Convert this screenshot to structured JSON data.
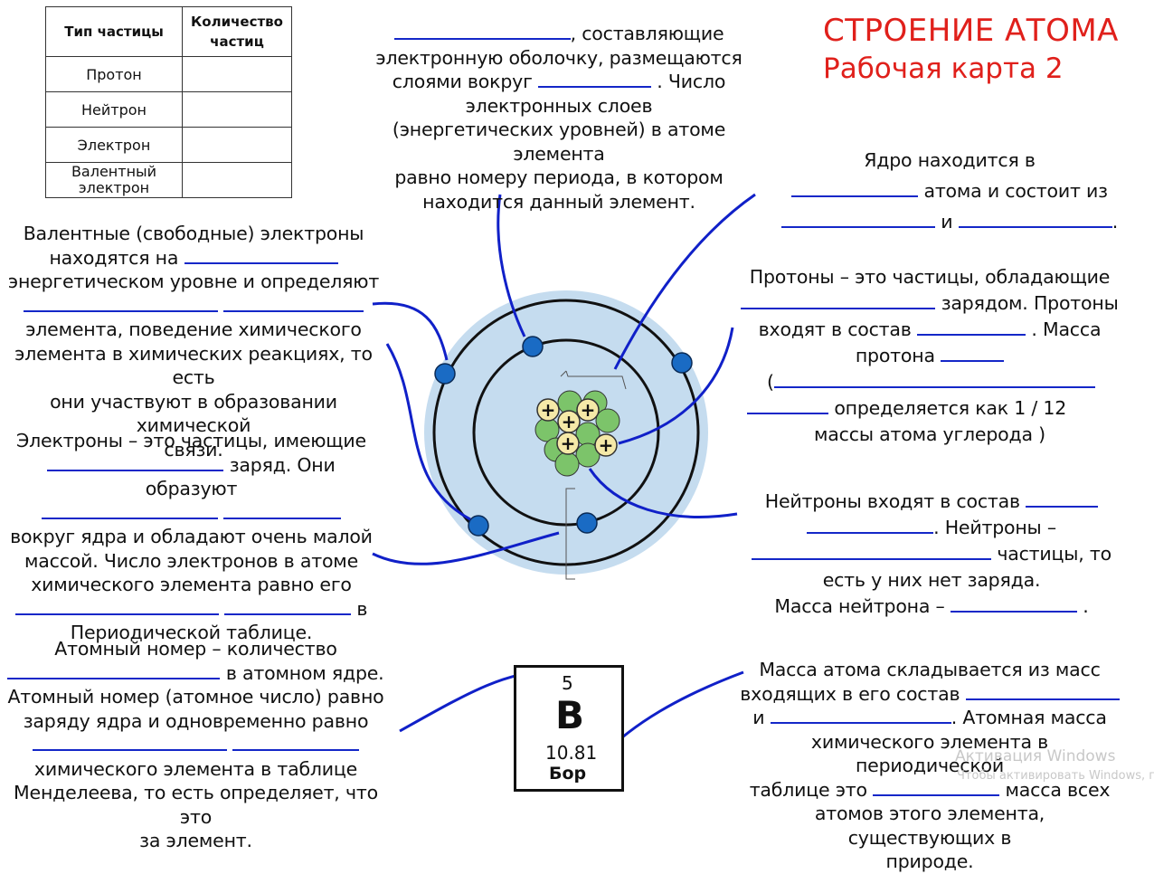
{
  "title": "СТРОЕНИЕ АТОМА",
  "subtitle": "Рабочая карта 2",
  "particle_table": {
    "headers": [
      "Тип частицы",
      "Количество частиц"
    ],
    "rows": [
      "Протон",
      "Нейтрон",
      "Электрон",
      "Валентный электрон"
    ]
  },
  "electron_shell_text": {
    "line1_tail": ", составляющие",
    "line2": "электронную оболочку, размещаются",
    "line3_head": "слоями вокруг",
    "line3_tail": ". Число",
    "line4": "электронных слоев",
    "line5": "(энергетических уровней) в атоме элемента",
    "line6": "равно номеру периода, в котором",
    "line7": "находится данный элемент."
  },
  "nucleus_text": {
    "line1": "Ядро находится в",
    "line2_tail": "атома и состоит из",
    "line3_mid": "и",
    "line3_end": "."
  },
  "valence_text": {
    "line1": "Валентные (свободные) электроны",
    "line2_head": "находятся на",
    "line3": "энергетическом уровне и определяют",
    "line5": "элемента,  поведение химического",
    "line6": "элемента в химических реакциях, то есть",
    "line7": "они участвуют в образовании химической",
    "line8": "связи."
  },
  "protons_text": {
    "line1": "Протоны – это частицы, обладающие",
    "line2_tail": "зарядом. Протоны",
    "line3_head": "входят в состав",
    "line3_tail": ". Масса",
    "line4": "протона",
    "line5_head": "(",
    "line6_tail": "определяется как 1 / 12",
    "line7": "массы атома углерода )"
  },
  "electrons_text": {
    "line1": "Электроны – это частицы, имеющие",
    "line2_tail": "заряд. Они образуют",
    "line4": "вокруг ядра и обладают очень малой",
    "line5": "массой. Число электронов в атоме",
    "line6": "химического элемента равно его",
    "line7_tail": "в",
    "line8": "Периодической таблице."
  },
  "neutrons_text": {
    "line1": "Нейтроны входят в состав",
    "line2_tail": ". Нейтроны –",
    "line3_tail": "частицы, то",
    "line4": "есть у них нет заряда.",
    "line5": "Масса нейтрона –",
    "line5_end": "."
  },
  "atomic_number_text": {
    "line1": "Атомный номер – количество",
    "line2_tail": "в атомном ядре.",
    "line3": "Атомный номер (атомное число) равно",
    "line4": "заряду ядра и одновременно равно",
    "line6": "химического элемента в таблице",
    "line7": "Менделеева, то есть определяет, что это",
    "line8": "за элемент."
  },
  "atomic_mass_text": {
    "line1": "Масса атома складывается из масс",
    "line2": "входящих в его состав",
    "line3_head": "и",
    "line3_tail": ". Атомная масса",
    "line4": "химического элемента в периодической",
    "line5_head": "таблице это",
    "line5_tail": "масса всех",
    "line6": "атомов этого элемента, существующих в",
    "line7": "природе."
  },
  "element_card": {
    "number": "5",
    "symbol": "B",
    "mass": "10.81",
    "name": "Бор"
  },
  "proton_symbol": "+",
  "watermark": {
    "line1": "Активация Windows",
    "line2": "Чтобы активировать Windows, п"
  },
  "colors": {
    "title": "#e0201b",
    "blank_line": "#1427c8",
    "pointer_line": "#1020c8",
    "electron": "#1a6bc4",
    "proton": "#f5e9a8",
    "neutron": "#7cc46a",
    "atom_halo": "#c5dcef"
  }
}
